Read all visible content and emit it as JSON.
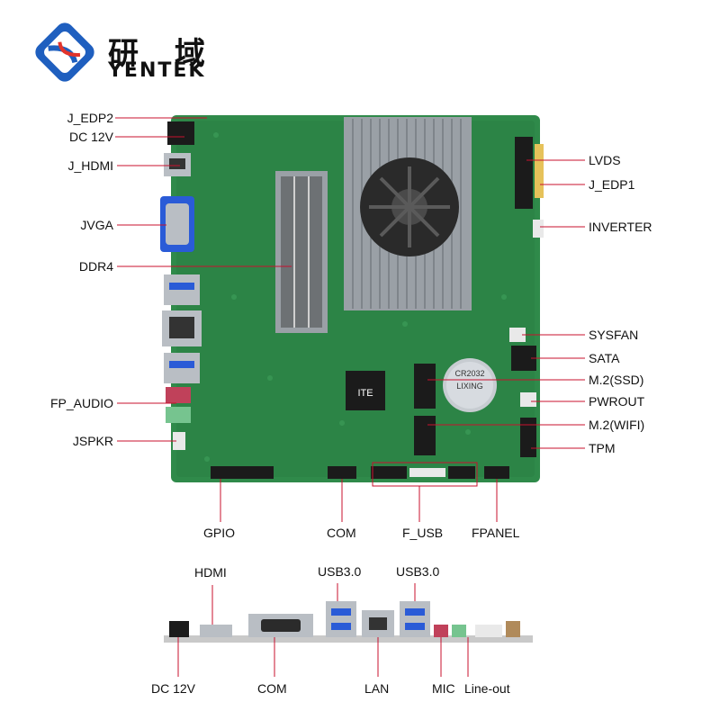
{
  "brand": {
    "name_cn": "研 域",
    "name_en": "YENTEK",
    "accent": "#1f5fbf",
    "logo_icon": "yentek-logo-icon"
  },
  "colors": {
    "board": "#2f8a4a",
    "board_dark": "#1f6a36",
    "heatsink": "#9aa0a6",
    "leader": "#c8102e",
    "connector_black": "#1b1b1b",
    "connector_blue": "#2a5bd7",
    "metal": "#b9bec4"
  },
  "board_labels": {
    "left": [
      "J_EDP2",
      "DC 12V",
      "J_HDMI",
      "JVGA",
      "DDR4",
      "FP_AUDIO",
      "JSPKR"
    ],
    "right": [
      "LVDS",
      "J_EDP1",
      "INVERTER",
      "SYSFAN",
      "SATA",
      "M.2(SSD)",
      "PWROUT",
      "M.2(WIFI)",
      "TPM"
    ],
    "bottom": [
      "GPIO",
      "COM",
      "F_USB",
      "FPANEL"
    ]
  },
  "chip_text": {
    "ite": "ITE",
    "battery_text": "CR2032",
    "battery_brand": "LIXING"
  },
  "io_panel": {
    "top_labels": [
      "HDMI",
      "USB3.0",
      "USB3.0"
    ],
    "bottom_labels": [
      "DC 12V",
      "COM",
      "LAN",
      "MIC",
      "Line-out"
    ]
  }
}
